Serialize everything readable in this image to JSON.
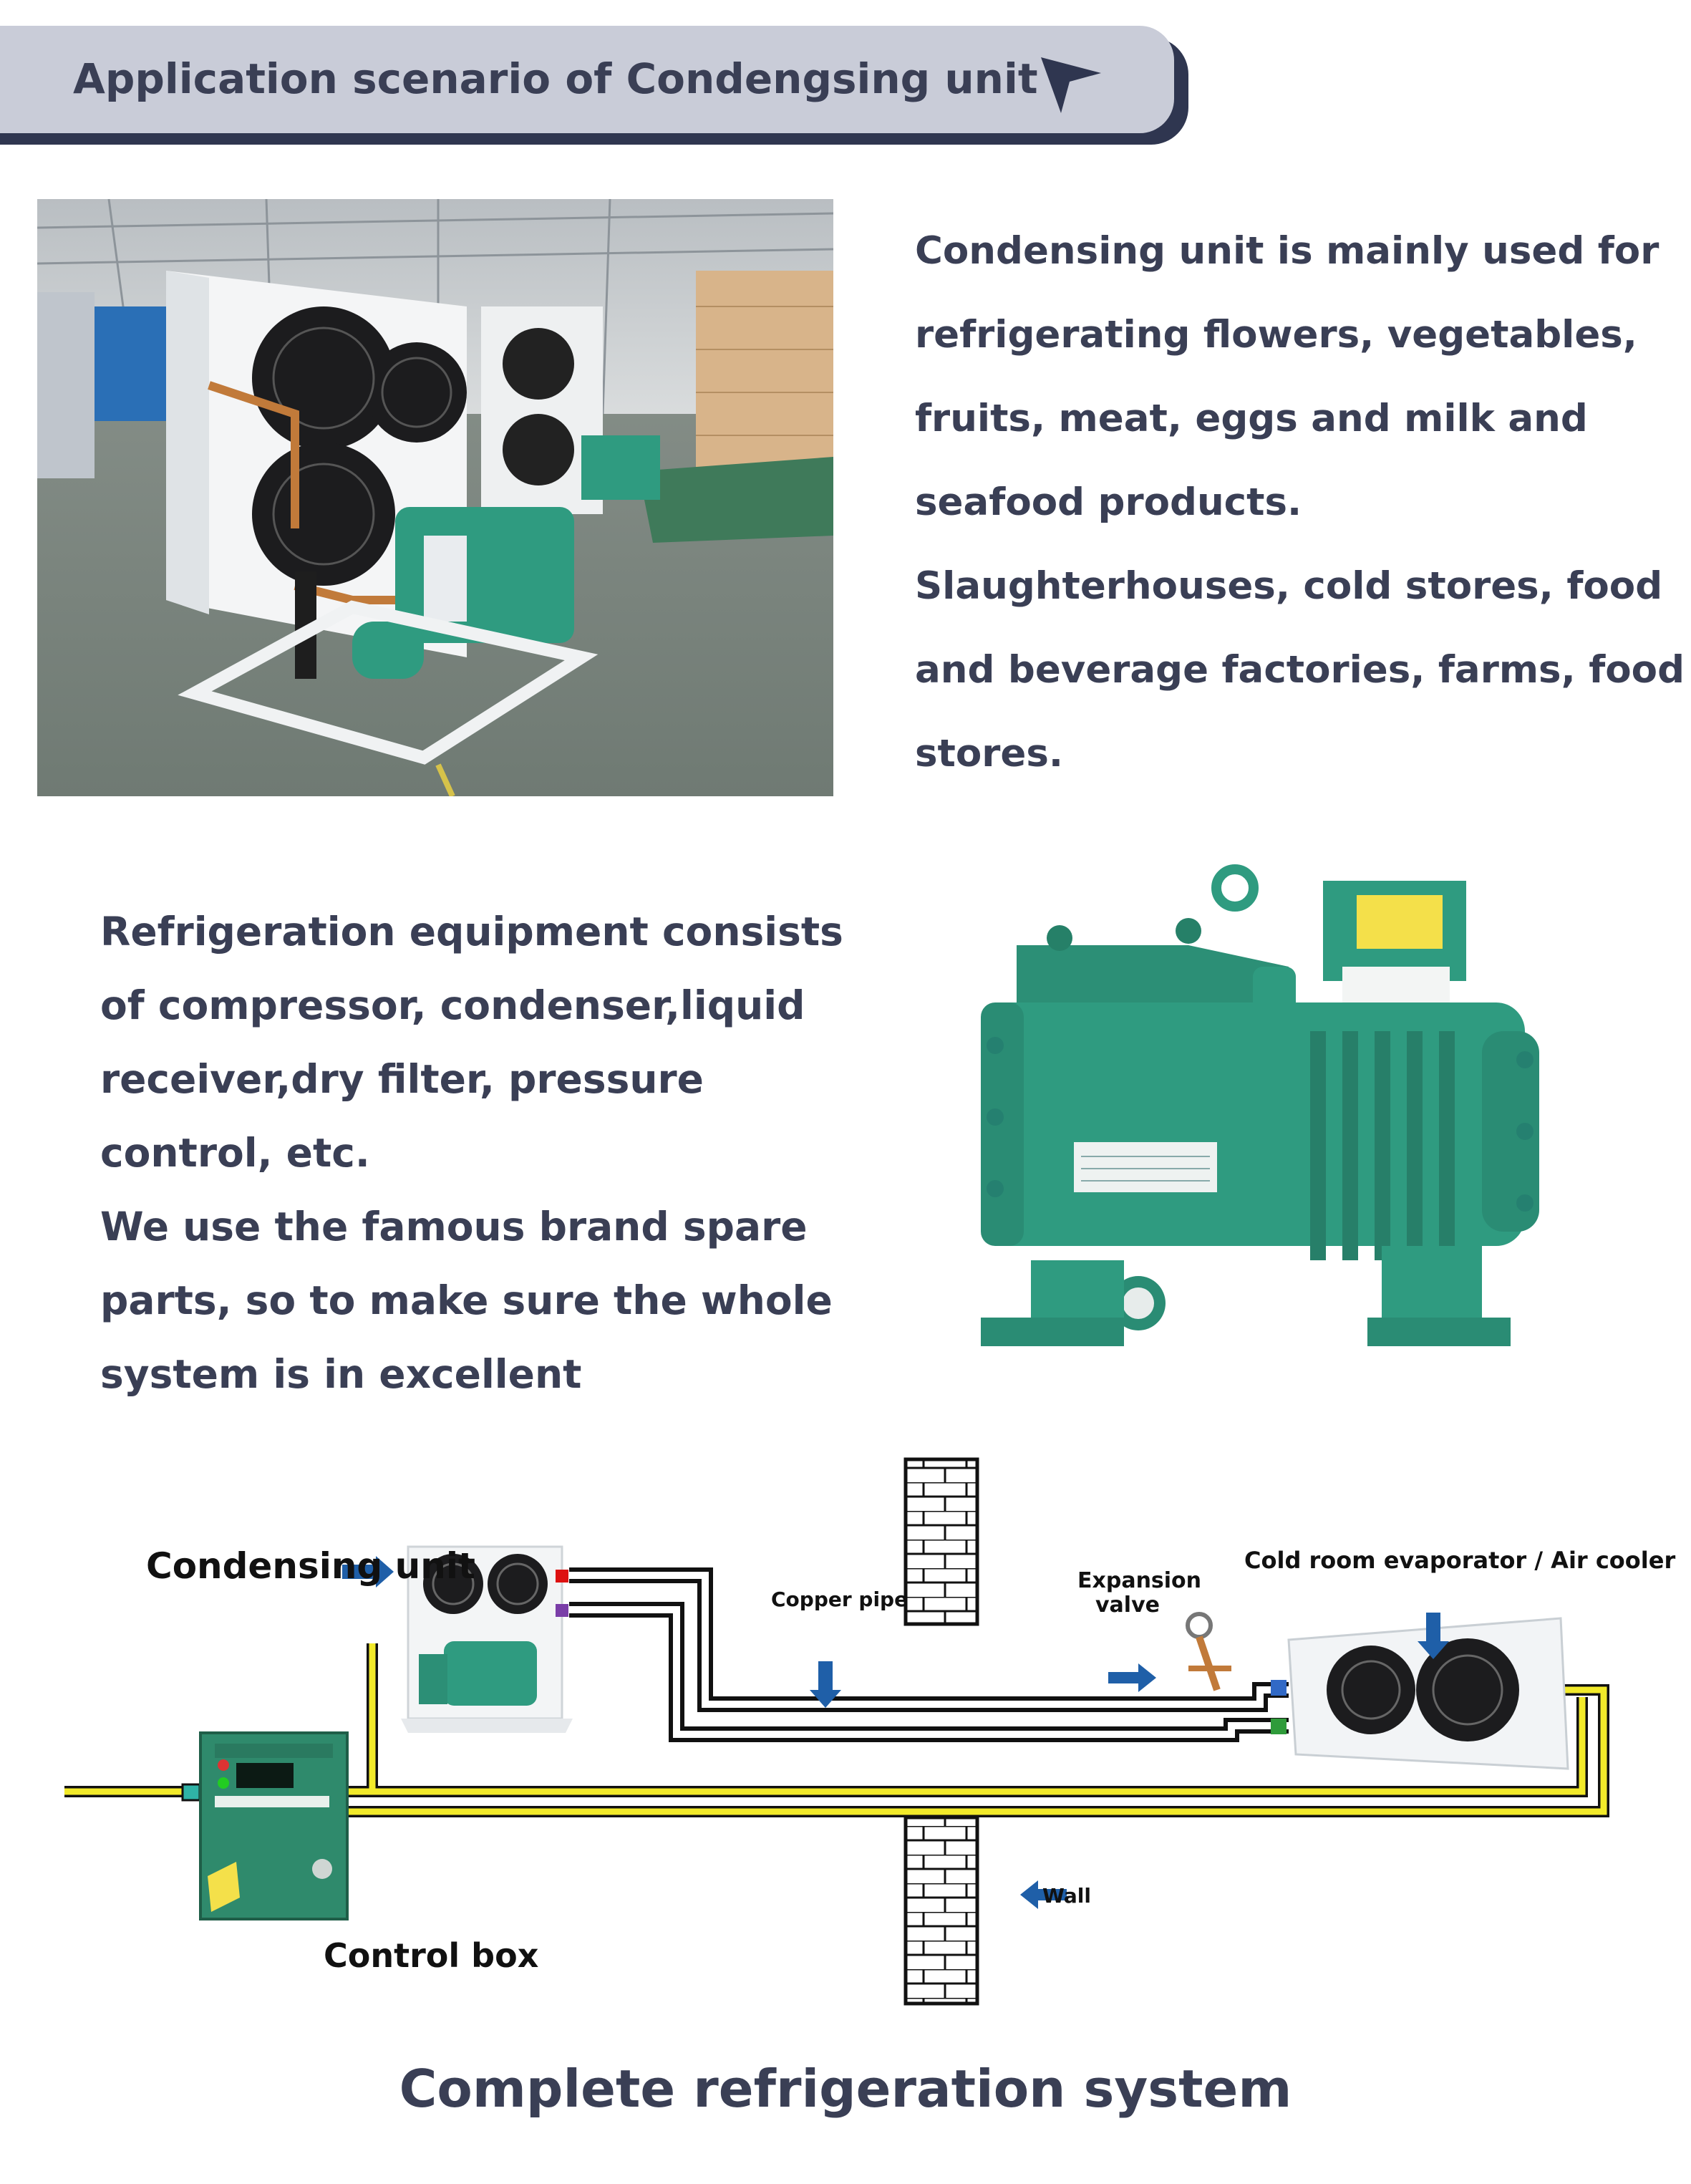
{
  "header": {
    "title": "Application scenario of Condengsing unit",
    "icon": "cursor-arrow-icon"
  },
  "intro": {
    "lines": [
      "Condensing unit is mainly used for",
      "refrigerating flowers, vegetables,",
      "fruits, meat, eggs and milk and",
      "seafood products.",
      "Slaughterhouses, cold stores, food",
      "and beverage factories, farms, food",
      "stores."
    ]
  },
  "equipment": {
    "lines": [
      "Refrigeration equipment consists",
      "of compressor, condenser,liquid",
      "receiver,dry filter, pressure",
      "control, etc.",
      "We use the famous brand spare",
      "parts, so to make sure the whole",
      "system is in excellent"
    ]
  },
  "diagram": {
    "condensing_unit": "Condensing unit",
    "copper_pipe": "Copper pipe",
    "expansion_valve_1": "Expansion",
    "expansion_valve_2": "valve",
    "evaporator": "Cold room evaporator / Air cooler",
    "control_box": "Control box",
    "wall": "Wall"
  },
  "footer": {
    "title": "Complete refrigeration system"
  },
  "colors": {
    "accent_dark": "#2f3650",
    "banner": "#c9ccd8",
    "text": "#3a3f55",
    "compressor_green": "#2f9b80",
    "wire_yellow": "#f2ea2a",
    "arrow_blue": "#1f5fa8"
  }
}
